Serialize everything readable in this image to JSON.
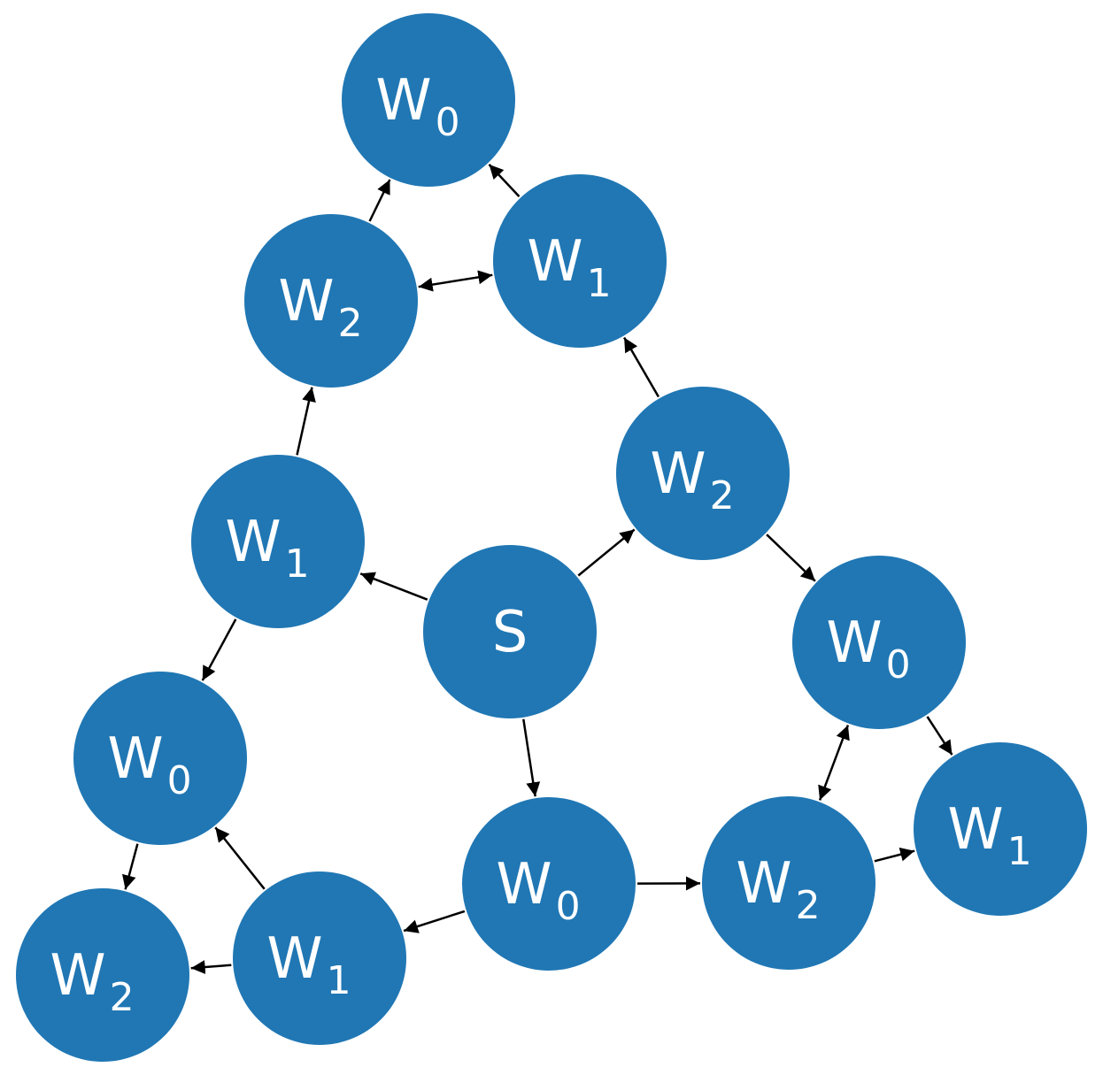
{
  "diagram": {
    "node_color": "#2077b4",
    "label_color": "#ffffff",
    "edge_color": "#000000",
    "nodes": [
      {
        "id": "s",
        "base": "S",
        "sub": ""
      },
      {
        "id": "w0a",
        "base": "W",
        "sub": "0"
      },
      {
        "id": "w1a",
        "base": "W",
        "sub": "1"
      },
      {
        "id": "w2a",
        "base": "W",
        "sub": "2"
      },
      {
        "id": "w1b",
        "base": "W",
        "sub": "1"
      },
      {
        "id": "w2b",
        "base": "W",
        "sub": "2"
      },
      {
        "id": "w0b",
        "base": "W",
        "sub": "0"
      },
      {
        "id": "w1c",
        "base": "W",
        "sub": "1"
      },
      {
        "id": "w0c",
        "base": "W",
        "sub": "0"
      },
      {
        "id": "w2c",
        "base": "W",
        "sub": "2"
      },
      {
        "id": "w1d",
        "base": "W",
        "sub": "1"
      },
      {
        "id": "w0d",
        "base": "W",
        "sub": "0"
      },
      {
        "id": "w2d",
        "base": "W",
        "sub": "2"
      },
      {
        "id": "w1e",
        "base": "W",
        "sub": "1"
      },
      {
        "id": "w0e",
        "base": "W",
        "sub": "0"
      },
      {
        "id": "w2e",
        "base": "W",
        "sub": "2"
      }
    ],
    "edges": [
      {
        "from": "s",
        "to": "w2b",
        "bidirectional": false
      },
      {
        "from": "s",
        "to": "w1c",
        "bidirectional": false
      },
      {
        "from": "s",
        "to": "w0e",
        "bidirectional": false
      },
      {
        "from": "w2b",
        "to": "w1b",
        "bidirectional": false
      },
      {
        "from": "w2b",
        "to": "w0c",
        "bidirectional": false
      },
      {
        "from": "w1b",
        "to": "w0a",
        "bidirectional": false
      },
      {
        "from": "w2a",
        "to": "w0a",
        "bidirectional": false
      },
      {
        "from": "w2a",
        "to": "w1b",
        "bidirectional": true
      },
      {
        "from": "w1c",
        "to": "w2a",
        "bidirectional": false
      },
      {
        "from": "w1c",
        "to": "w0d",
        "bidirectional": false
      },
      {
        "from": "w1e",
        "to": "w0d",
        "bidirectional": false
      },
      {
        "from": "w0d",
        "to": "w2e",
        "bidirectional": false
      },
      {
        "from": "w1e",
        "to": "w2e",
        "bidirectional": false
      },
      {
        "from": "w0e",
        "to": "w1e",
        "bidirectional": false
      },
      {
        "from": "w0e",
        "to": "w2c",
        "bidirectional": false
      },
      {
        "from": "w2c",
        "to": "w1d",
        "bidirectional": false
      },
      {
        "from": "w2c",
        "to": "w0c",
        "bidirectional": true
      },
      {
        "from": "w0c",
        "to": "w1d",
        "bidirectional": false
      }
    ]
  }
}
